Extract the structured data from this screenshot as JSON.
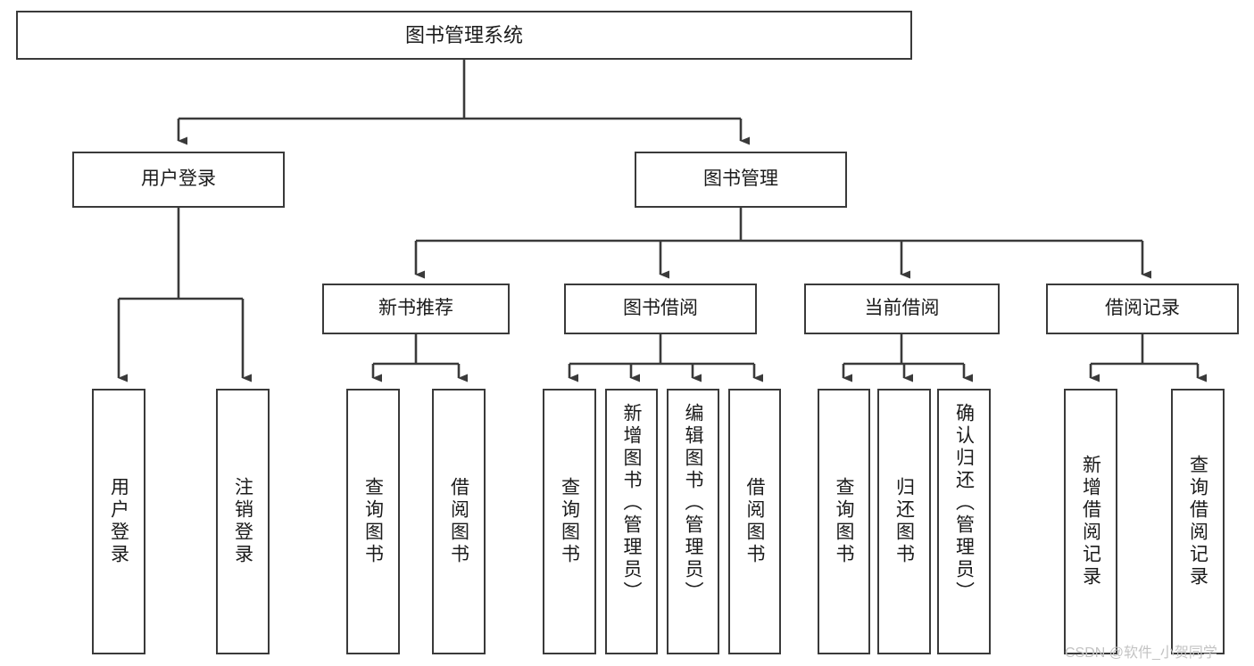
{
  "diagram": {
    "title": "图书管理系统",
    "watermark": "CSDN @软件_小贺同学",
    "colors": {
      "box_border": "#3a3a3a",
      "line": "#3a3a3a",
      "background": "#ffffff",
      "text": "#1b1b1b",
      "watermark": "#c3c3c3"
    },
    "nodes": {
      "root": {
        "label": "图书管理系统"
      },
      "level2": [
        {
          "label": "用户登录"
        },
        {
          "label": "图书管理"
        }
      ],
      "level3": [
        {
          "label": "新书推荐"
        },
        {
          "label": "图书借阅"
        },
        {
          "label": "当前借阅"
        },
        {
          "label": "借阅记录"
        }
      ],
      "leaves_user_login": [
        {
          "label": "用户登录"
        },
        {
          "label": "注销登录"
        }
      ],
      "leaves_new_book": [
        {
          "label": "查询图书"
        },
        {
          "label": "借阅图书"
        }
      ],
      "leaves_borrow": [
        {
          "label": "查询图书"
        },
        {
          "label": "新增图书（管理员）"
        },
        {
          "label": "编辑图书（管理员）"
        },
        {
          "label": "借阅图书"
        }
      ],
      "leaves_current": [
        {
          "label": "查询图书"
        },
        {
          "label": "归还图书"
        },
        {
          "label": "确认归还（管理员）"
        }
      ],
      "leaves_records": [
        {
          "label": "新增借阅记录"
        },
        {
          "label": "查询借阅记录"
        }
      ]
    }
  }
}
